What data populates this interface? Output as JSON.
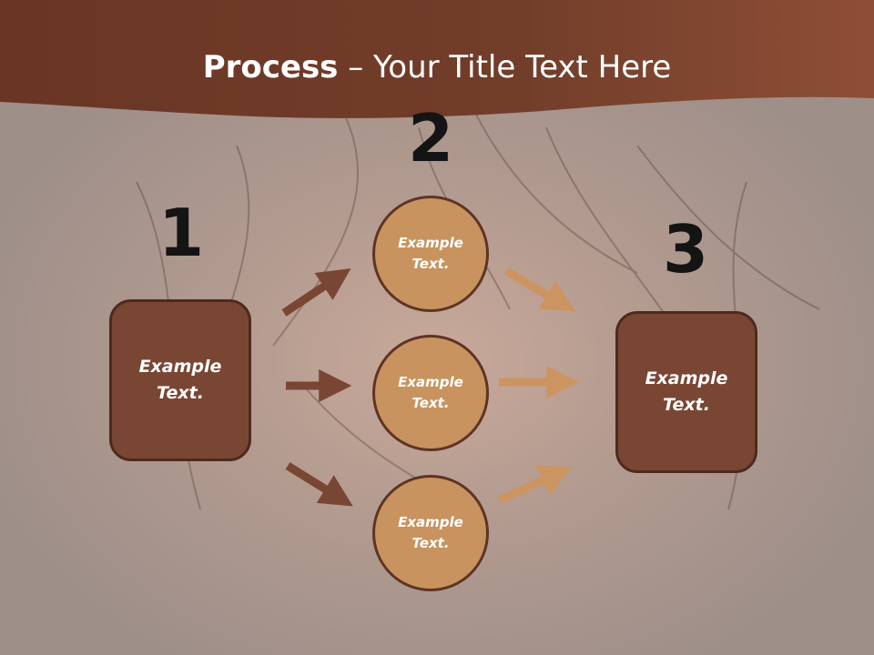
{
  "title": {
    "bold": "Process",
    "rest": " – Your Title Text Here"
  },
  "steps": [
    {
      "number": "1",
      "label": "Example\nText."
    },
    {
      "number": "2",
      "label": ""
    },
    {
      "number": "3",
      "label": "Example\nText."
    }
  ],
  "circles": [
    {
      "label": "Example\nText."
    },
    {
      "label": "Example\nText."
    },
    {
      "label": "Example\nText."
    }
  ],
  "colors": {
    "header": "#6e3a26",
    "box_fill": "#7a4634",
    "circle_fill": "#c8935e",
    "arrow_dark": "#7a4634",
    "arrow_light": "#cc9461"
  }
}
